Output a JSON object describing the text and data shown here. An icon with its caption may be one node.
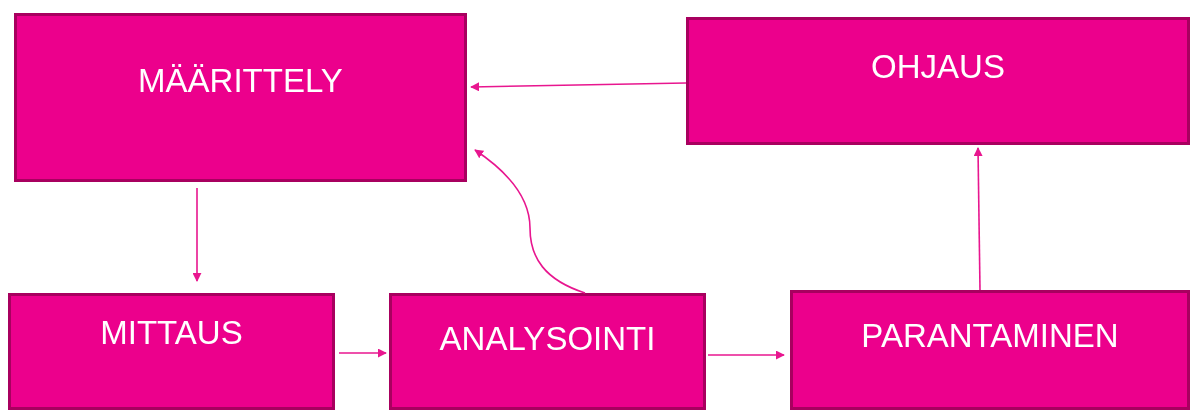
{
  "diagram": {
    "nodes": [
      {
        "text": [
          "MÄÄRITTELY"
        ]
      },
      {
        "text": [
          "OHJAUS"
        ]
      },
      {
        "text": [
          "MITTAUS"
        ]
      },
      {
        "text": [
          "ANALYSOINTI"
        ]
      },
      {
        "text": [
          "PARANTAMINEN"
        ]
      }
    ],
    "edges": [
      {
        "from": 1,
        "to": 0,
        "arrow": "to"
      },
      {
        "from": 0,
        "to": 2,
        "arrow": "to"
      },
      {
        "from": 2,
        "to": 3,
        "arrow": "to"
      },
      {
        "from": 3,
        "to": 0,
        "arrow": "to"
      },
      {
        "from": 3,
        "to": 4,
        "arrow": "to"
      },
      {
        "from": 4,
        "to": 1,
        "arrow": "to"
      }
    ]
  }
}
